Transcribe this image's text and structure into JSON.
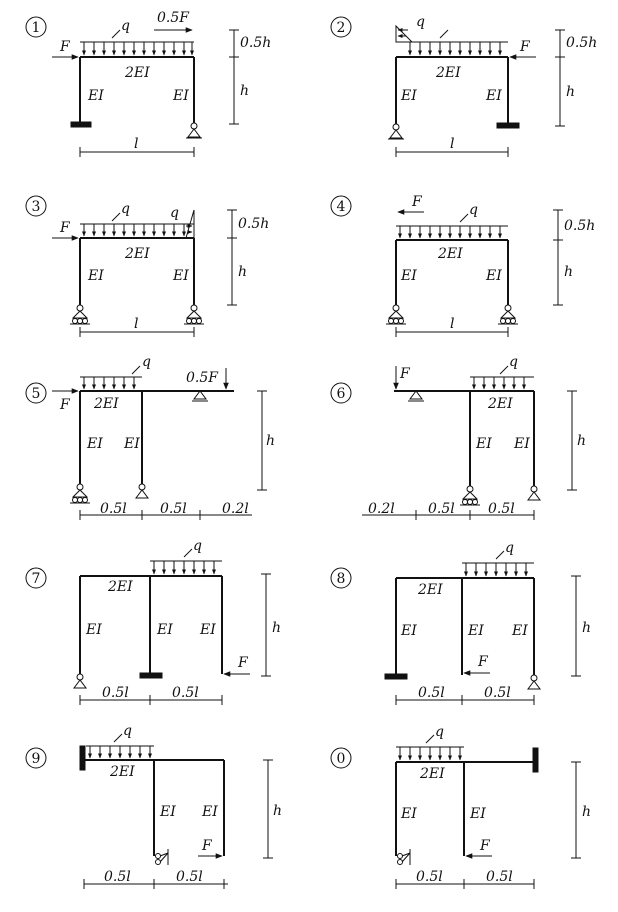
{
  "problems": [
    {
      "number": "1",
      "q": "q",
      "F": "F",
      "F_half": "0.5F",
      "beam_EI": "2EI",
      "left_col_EI": "EI",
      "right_col_EI": "EI",
      "dim_top": "0.5h",
      "dim_h": "h",
      "span": "l"
    },
    {
      "number": "2",
      "q": "q",
      "F": "F",
      "beam_EI": "2EI",
      "left_col_EI": "EI",
      "right_col_EI": "EI",
      "dim_top": "0.5h",
      "dim_h": "h",
      "span": "l"
    },
    {
      "number": "3",
      "q": "q",
      "q_side": "q",
      "F": "F",
      "beam_EI": "2EI",
      "left_col_EI": "EI",
      "right_col_EI": "EI",
      "dim_top": "0.5h",
      "dim_h": "h",
      "span": "l"
    },
    {
      "number": "4",
      "q": "q",
      "F": "F",
      "beam_EI": "2EI",
      "left_col_EI": "EI",
      "right_col_EI": "EI",
      "dim_top": "0.5h",
      "dim_h": "h",
      "span": "l"
    },
    {
      "number": "5",
      "q": "q",
      "F": "F",
      "F_half": "0.5F",
      "beam_EI": "2EI",
      "left_col_EI": "EI",
      "right_col_EI": "EI",
      "dim_h": "h",
      "seg1": "0.5l",
      "seg2": "0.5l",
      "seg3": "0.2l"
    },
    {
      "number": "6",
      "q": "q",
      "F": "F",
      "beam_EI": "2EI",
      "left_col_EI": "EI",
      "right_col_EI": "EI",
      "dim_h": "h",
      "seg1": "0.2l",
      "seg2": "0.5l",
      "seg3": "0.5l"
    },
    {
      "number": "7",
      "q": "q",
      "F": "F",
      "beam_EI": "2EI",
      "col1_EI": "EI",
      "col2_EI": "EI",
      "col3_EI": "EI",
      "dim_h": "h",
      "seg1": "0.5l",
      "seg2": "0.5l"
    },
    {
      "number": "8",
      "q": "q",
      "F": "F",
      "beam_EI": "2EI",
      "col1_EI": "EI",
      "col2_EI": "EI",
      "col3_EI": "EI",
      "dim_h": "h",
      "seg1": "0.5l",
      "seg2": "0.5l"
    },
    {
      "number": "9",
      "q": "q",
      "F": "F",
      "beam_EI": "2EI",
      "col1_EI": "EI",
      "col2_EI": "EI",
      "dim_h": "h",
      "seg1": "0.5l",
      "seg2": "0.5l"
    },
    {
      "number": "0",
      "q": "q",
      "F": "F",
      "beam_EI": "2EI",
      "col1_EI": "EI",
      "col2_EI": "EI",
      "dim_h": "h",
      "seg1": "0.5l",
      "seg2": "0.5l"
    }
  ]
}
